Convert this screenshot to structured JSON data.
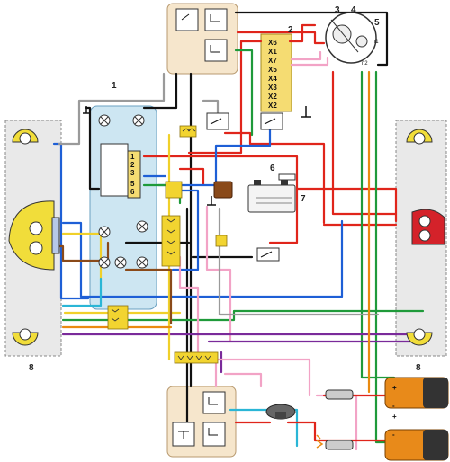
{
  "callouts": {
    "n1": "1",
    "n2": "2",
    "n3": "3",
    "n4": "4",
    "n5": "5",
    "n6": "6",
    "n7": "7",
    "n8_left": "8",
    "n8_right": "8"
  },
  "connector_block_pins": [
    "X6",
    "X1",
    "X7",
    "X5",
    "X4",
    "X3",
    "X2",
    "X2"
  ],
  "dash_switch_pins": [
    "1",
    "2",
    "3",
    "5",
    "6"
  ],
  "ignition_pins": {
    "p1": "п1",
    "p2": "п2"
  },
  "coil_polarity": {
    "plus_top": "+",
    "minus_top": "-",
    "plus_bottom": "+",
    "minus_bottom": "-"
  },
  "colors": {
    "red": "#e0251b",
    "blue": "#1e5fd6",
    "green": "#1f9a3a",
    "black": "#111111",
    "yellow": "#f0d02a",
    "pink": "#f2a3c6",
    "purple": "#7a2a9a",
    "gray": "#9a9a9a",
    "brown": "#8a4a1a",
    "orange": "#e98a10",
    "cyan": "#2ab6d6",
    "panel_blue": "#cde6f2",
    "panel_tan": "#f6e6cc",
    "lamp_yellow": "#f1dd3a",
    "tail_red": "#d4222a"
  },
  "icons": {
    "relay": "relay-icon",
    "lamp": "lamp-icon",
    "battery": "battery-icon",
    "spark_plug": "spark-plug-icon",
    "ignition_coil": "ignition-coil-icon",
    "horn": "horn-icon",
    "switch": "switch-icon",
    "fuse": "fuse-icon",
    "ground": "ground-icon"
  }
}
